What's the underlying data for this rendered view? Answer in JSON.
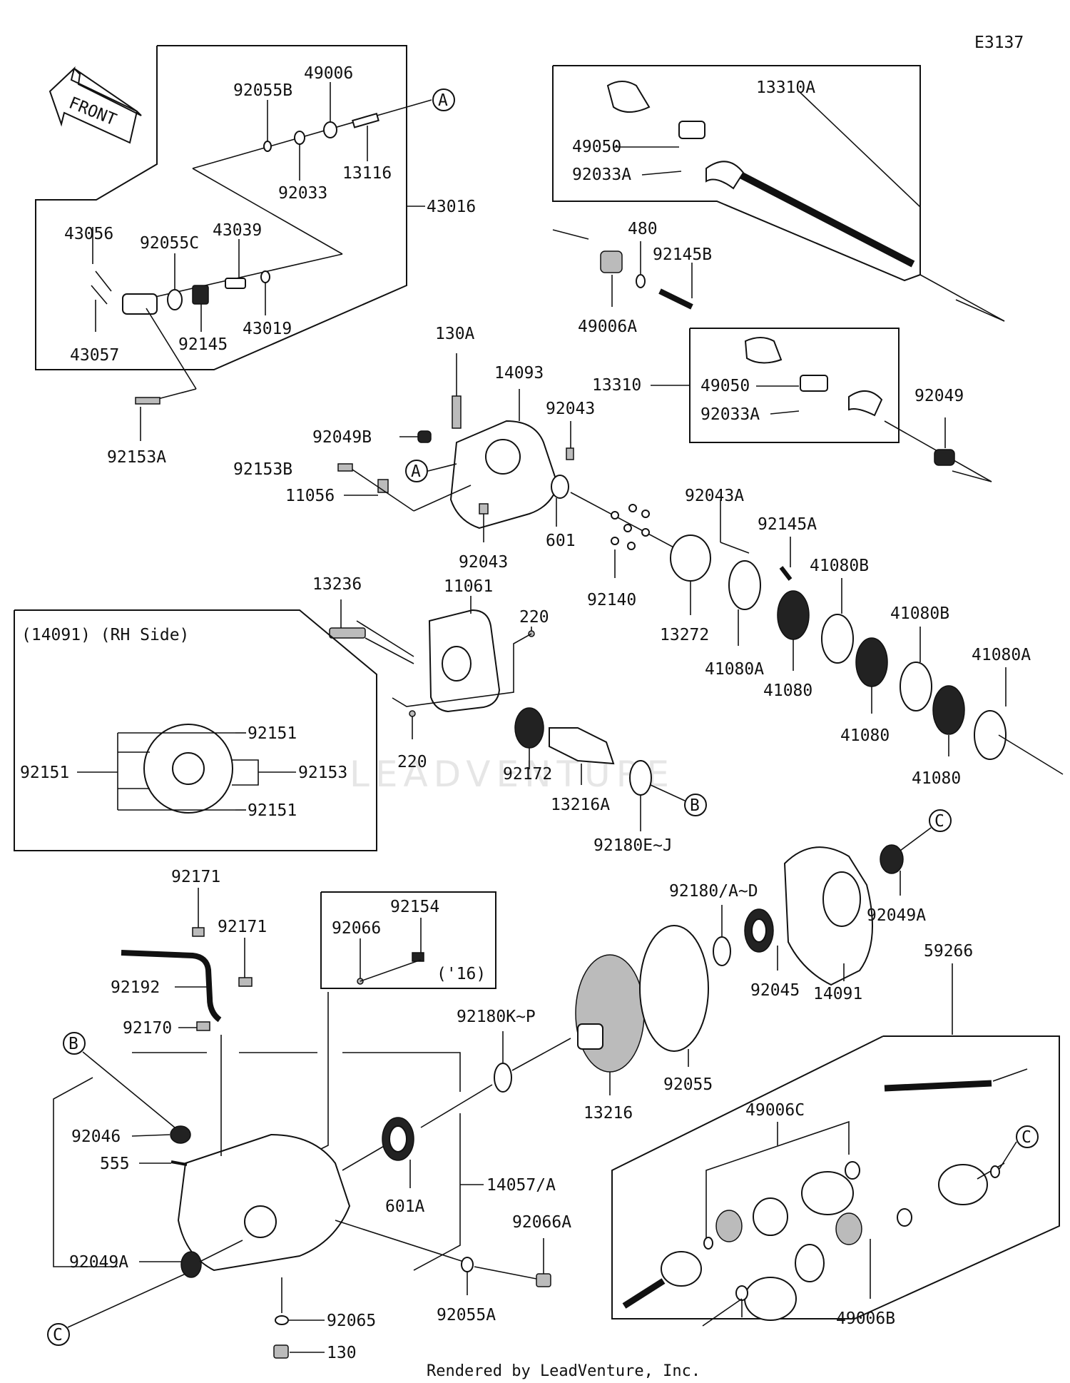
{
  "diagram_code": "E3137",
  "front_arrow_label": "FRONT",
  "watermark": "LEADVENTURE",
  "footer": "Rendered by LeadVenture, Inc.",
  "inset_title": "(14091) (RH Side)",
  "year_note": "('16)",
  "callouts": [
    "A",
    "B",
    "C"
  ],
  "parts": {
    "p92055B": "92055B",
    "p49006": "49006",
    "p13116": "13116",
    "p92033": "92033",
    "p43016": "43016",
    "p43056": "43056",
    "p92055C": "92055C",
    "p43039": "43039",
    "p43057": "43057",
    "p92145": "92145",
    "p43019": "43019",
    "p92153A": "92153A",
    "p13310A": "13310A",
    "p49050a": "49050",
    "p92033Aa": "92033A",
    "p480": "480",
    "p92145B": "92145B",
    "p49006A": "49006A",
    "p13310": "13310",
    "p49050b": "49050",
    "p92033Ab": "92033A",
    "p92049": "92049",
    "p130A": "130A",
    "p14093": "14093",
    "p92043a": "92043",
    "p92049B": "92049B",
    "p92153B": "92153B",
    "p11056": "11056",
    "p601": "601",
    "p92043b": "92043",
    "p92140": "92140",
    "p92043A": "92043A",
    "p92145A": "92145A",
    "p41080Ba": "41080B",
    "p41080Bb": "41080B",
    "p41080Aa": "41080A",
    "p41080Ab": "41080A",
    "p13272": "13272",
    "p41080a": "41080",
    "p41080b": "41080",
    "p41080c": "41080",
    "p13236": "13236",
    "p11061": "11061",
    "p220a": "220",
    "p220b": "220",
    "p92172": "92172",
    "p13216A": "13216A",
    "p92180EJ": "92180E~J",
    "p92151a": "92151",
    "p92151b": "92151",
    "p92151c": "92151",
    "p92153": "92153",
    "p92171a": "92171",
    "p92171b": "92171",
    "p92192": "92192",
    "p92170": "92170",
    "p92066": "92066",
    "p92154": "92154",
    "p92180AD": "92180/A~D",
    "p92049Aa": "92049A",
    "p92045": "92045",
    "p14091": "14091",
    "p92055": "92055",
    "p92180KP": "92180K~P",
    "p13216": "13216",
    "p59266": "59266",
    "p49006C": "49006C",
    "p92046": "92046",
    "p555": "555",
    "p601A": "601A",
    "p14057A": "14057/A",
    "p92066A": "92066A",
    "p92049Ab": "92049A",
    "p92055A": "92055A",
    "p92065": "92065",
    "p130": "130",
    "p49006B": "49006B"
  }
}
